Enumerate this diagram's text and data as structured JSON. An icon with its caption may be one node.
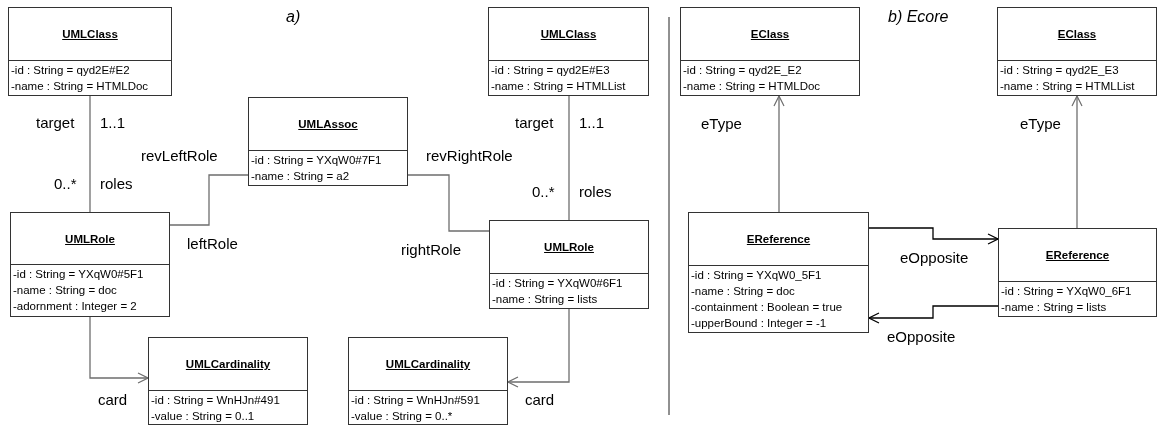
{
  "diagram": {
    "nodes": [
      {
        "text": [
          "UMLClass",
          "-id : String = qyd2E#E2",
          "-name : String = HTMLDoc"
        ]
      },
      {
        "text": [
          "UMLAssoc",
          "-id : String = YXqW0#7F1",
          "-name : String = a2"
        ]
      },
      {
        "text": [
          "UMLClass",
          "-id : String = qyd2E#E3",
          "-name : String = HTMLList"
        ]
      },
      {
        "text": [
          "UMLRole",
          "-id : String = YXqW0#5F1",
          "-name : String = doc",
          "-adornment : Integer = 2"
        ]
      },
      {
        "text": [
          "UMLRole",
          "-id : String = YXqW0#6F1",
          "-name : String = lists"
        ]
      },
      {
        "text": [
          "UMLCardinality",
          "-id : String = WnHJn#491",
          "-value : String = 0..1"
        ]
      },
      {
        "text": [
          "UMLCardinality",
          "-id : String = WnHJn#591",
          "-value : String = 0..*"
        ]
      },
      {
        "text": [
          "EClass",
          "-id : String = qyd2E_E2",
          "-name : String = HTMLDoc"
        ]
      },
      {
        "text": [
          "EClass",
          "-id : String = qyd2E_E3",
          "-name : String = HTMLList"
        ]
      },
      {
        "text": [
          "EReference",
          "-id : String = YXqW0_5F1",
          "-name : String = doc",
          "-containment : Boolean = true",
          "-upperBound : Integer = -1"
        ]
      },
      {
        "text": [
          "EReference",
          "-id : String = YXqW0_6F1",
          "-name : String = lists"
        ]
      }
    ],
    "edges": [
      {
        "from": 0,
        "to": 3,
        "arrow": "none"
      },
      {
        "from": 3,
        "to": 1,
        "arrow": "none"
      },
      {
        "from": 1,
        "to": 4,
        "arrow": "none"
      },
      {
        "from": 2,
        "to": 4,
        "arrow": "none"
      },
      {
        "from": 3,
        "to": 5,
        "arrow": "to",
        "label": "card"
      },
      {
        "from": 4,
        "to": 6,
        "arrow": "to",
        "label": "card"
      },
      {
        "from": 9,
        "to": 7,
        "arrow": "to",
        "label": "eType"
      },
      {
        "from": 10,
        "to": 8,
        "arrow": "to",
        "label": "eType"
      },
      {
        "from": 9,
        "to": 10,
        "arrow": "to",
        "label": "eOpposite",
        "color": "#000000"
      },
      {
        "from": 10,
        "to": 9,
        "arrow": "to",
        "label": "eOpposite",
        "color": "#000000"
      }
    ],
    "labels": [
      "a)",
      "b) Ecore",
      "target",
      "1..1",
      "target",
      "1..1",
      "revLeftRole",
      "revRightRole",
      "0..*",
      "roles",
      "0..*",
      "roles",
      "leftRole",
      "rightRole"
    ]
  }
}
